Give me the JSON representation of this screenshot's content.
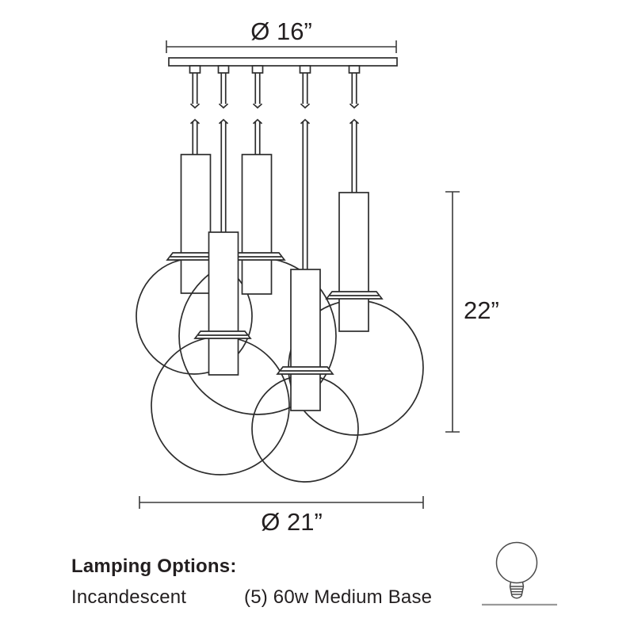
{
  "diagram": {
    "type": "pendant-light-fixture-dimension-drawing",
    "pendant_count": 5,
    "canopy_diameter_label": "Ø 16”",
    "overall_height_label": "22”",
    "cluster_diameter_label": "Ø 21”"
  },
  "lamping": {
    "heading": "Lamping Options:",
    "option": "Incandescent",
    "bulb_spec": "(5) 60w Medium Base"
  },
  "icons": {
    "bulb": "incandescent-bulb-icon"
  },
  "colors": {
    "line": "#2d2d2d",
    "text": "#231f20",
    "bulb_outline": "#4a4a4a",
    "divider": "#9a9a9a",
    "background": "#ffffff"
  }
}
